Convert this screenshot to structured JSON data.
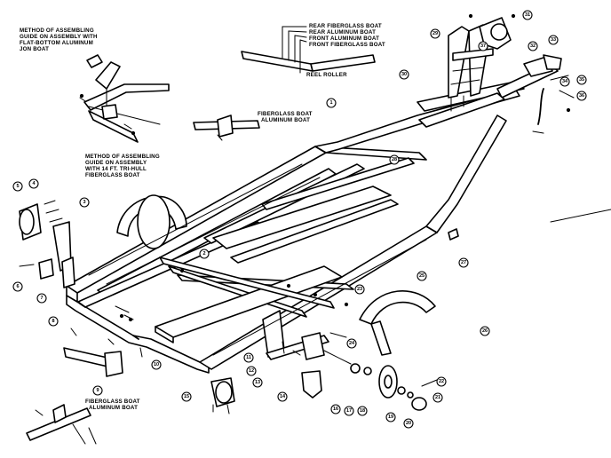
{
  "labels": {
    "guide_jon": [
      "METHOD OF ASSEMBLING",
      "GUIDE ON ASSEMBLY WITH",
      "FLAT-BOTTOM ALUMINUM",
      "JON BOAT"
    ],
    "guide_trihull": [
      "METHOD OF ASSEMBLING",
      "GUIDE ON ASSEMBLY",
      "WITH 14 FT. TRI-HULL",
      "FIBERGLASS BOAT"
    ],
    "fiberglass_top": [
      "FIBERGLASS BOAT",
      "ALUMINUM BOAT"
    ],
    "roller_positions": [
      "REAR FIBERGLASS BOAT",
      "REAR ALUMINUM BOAT",
      "FRONT ALUMINUM BOAT",
      "FRONT FIBERGLASS BOAT"
    ],
    "reel_roller": "REEL ROLLER",
    "fiberglass_bottom": [
      "FIBERGLASS BOAT",
      "ALUMINUM BOAT"
    ]
  },
  "callouts": {
    "c1": "1",
    "c2": "2",
    "c3": "3",
    "c4": "4",
    "c5": "5",
    "c6": "6",
    "c7": "7",
    "c8": "8",
    "c9": "9",
    "c10": "10",
    "c11": "11",
    "c12": "12",
    "c13": "13",
    "c14": "14",
    "c15": "15",
    "c16": "16",
    "c17": "17",
    "c18": "18",
    "c19": "19",
    "c20": "20",
    "c21": "21",
    "c22": "22",
    "c23": "23",
    "c24": "24",
    "c25": "25",
    "c26": "26",
    "c27": "27",
    "c28": "28",
    "c29": "29",
    "c30": "30",
    "c31": "31",
    "c32": "32",
    "c33": "33",
    "c34": "34",
    "c35": "35",
    "c36": "36",
    "c37": "37"
  }
}
